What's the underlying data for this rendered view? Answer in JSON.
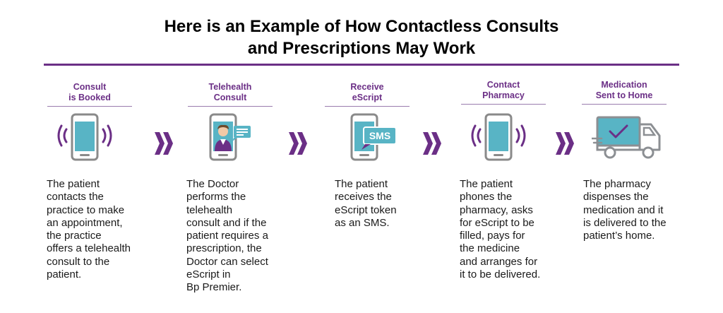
{
  "title": {
    "line1": "Here is an Example of How Contactless Consults",
    "line2": "and Prescriptions May Work"
  },
  "colors": {
    "accent_purple": "#6b2f86",
    "phone_teal": "#58b4c5",
    "phone_frame": "#8a8a8a",
    "truck_gray": "#8c8f93"
  },
  "steps": [
    {
      "label_line1": "Consult",
      "label_line2": "is Booked",
      "icon": "phone-ringing-icon",
      "description": [
        "The patient",
        "contacts the",
        "practice to make",
        "an appointment,",
        "the practice",
        "offers a telehealth",
        "consult to the",
        "patient."
      ]
    },
    {
      "label_line1": "Telehealth",
      "label_line2": "Consult",
      "icon": "doctor-video-call-icon",
      "description": [
        "The Doctor",
        "performs the",
        "telehealth",
        "consult and if the",
        "patient requires a",
        "prescription, the",
        "Doctor can select",
        "eScript in",
        "Bp Premier."
      ]
    },
    {
      "label_line1": "Receive",
      "label_line2": "eScript",
      "icon": "phone-sms-icon",
      "sms_text": "SMS",
      "description": [
        "The patient",
        "receives the",
        "eScript token",
        "as an SMS."
      ]
    },
    {
      "label_line1": "Contact",
      "label_line2": "Pharmacy",
      "icon": "phone-ringing-icon",
      "description": [
        "The patient",
        "phones the",
        "pharmacy, asks",
        "for eScript to be",
        "filled, pays for",
        "the medicine",
        "and arranges for",
        "it to be delivered."
      ]
    },
    {
      "label_line1": "Medication",
      "label_line2": "Sent to Home",
      "icon": "delivery-truck-icon",
      "description": [
        "The pharmacy",
        "dispenses the",
        "medication and it",
        "is delivered to the",
        "patient’s home."
      ]
    }
  ],
  "arrows": [
    "chevron-right-icon",
    "chevron-right-icon",
    "chevron-right-icon",
    "chevron-right-icon"
  ]
}
